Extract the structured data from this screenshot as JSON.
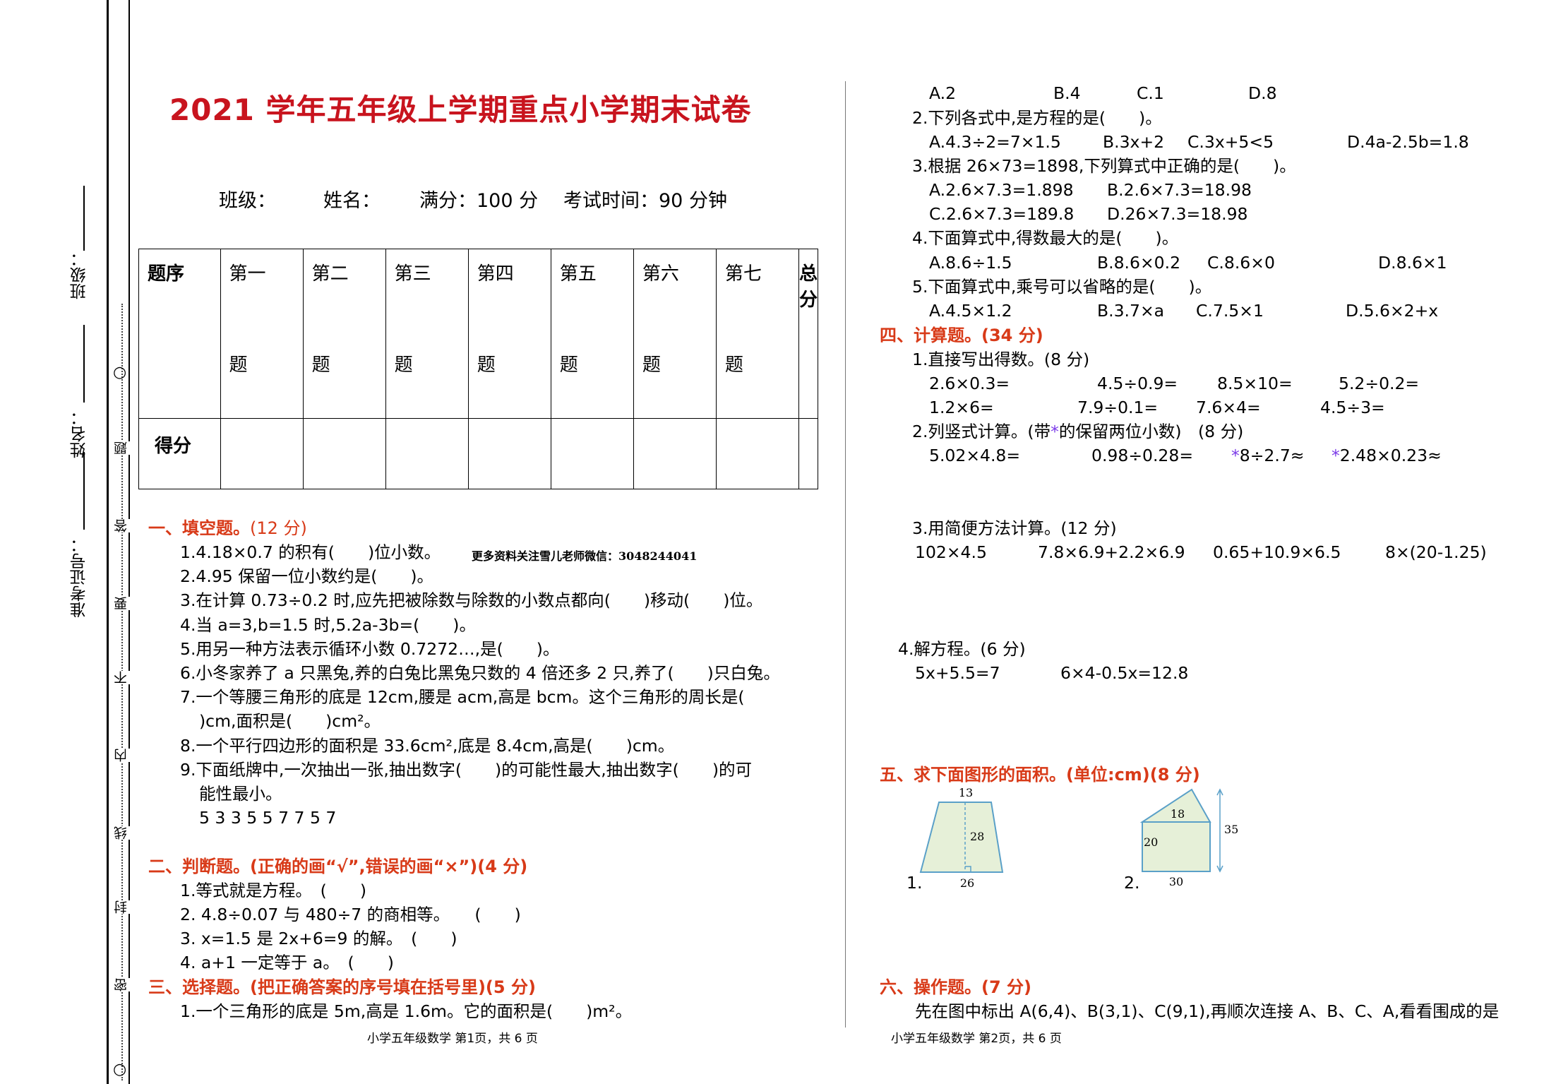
{
  "margin": {
    "labels": [
      "准考证号：",
      "姓名：",
      "班级："
    ],
    "seal_chars": [
      "密",
      "封",
      "线",
      "内",
      "不",
      "要",
      "答",
      "题"
    ],
    "circle": "○"
  },
  "title": "2021 学年五年级上学期重点小学期末试卷",
  "info": {
    "class": "班级：",
    "name": "姓名：",
    "score": "满分：100 分",
    "time": "考试时间：90 分钟"
  },
  "score_table": {
    "row1_header": "题序",
    "cols": [
      {
        "top": "第一",
        "bottom": "题"
      },
      {
        "top": "第二",
        "bottom": "题"
      },
      {
        "top": "第三",
        "bottom": "题"
      },
      {
        "top": "第四",
        "bottom": "题"
      },
      {
        "top": "第五",
        "bottom": "题"
      },
      {
        "top": "第六",
        "bottom": "题"
      },
      {
        "top": "第七",
        "bottom": "题"
      }
    ],
    "total": "总分",
    "row2_header": "得分"
  },
  "left": {
    "s1_title": "一、填空题。",
    "s1_pts": "(12 分)",
    "q1": "1.4.18×0.7 的积有(　　)位小数。",
    "q1_note": "更多资料关注雪儿老师微信：3048244041",
    "q2": "2.4.95 保留一位小数约是(　　)。",
    "q3": "3.在计算 0.73÷0.2 时,应先把被除数与除数的小数点都向(　　)移动(　　)位。",
    "q4": "4.当 a=3,b=1.5 时,5.2a-3b=(　　)。",
    "q5": "5.用另一种方法表示循环小数 0.7272…,是(　　)。",
    "q6": "6.小冬家养了 a 只黑兔,养的白兔比黑兔只数的 4 倍还多 2 只,养了(　　)只白兔。",
    "q7a": "7.一个等腰三角形的底是 12cm,腰是 acm,高是 bcm。这个三角形的周长是(",
    "q7b": ")cm,面积是(　　)cm²。",
    "q8": "8.一个平行四边形的面积是 33.6cm²,底是 8.4cm,高是(　　)cm。",
    "q9a": "9.下面纸牌中,一次抽出一张,抽出数字(　　)的可能性最大,抽出数字(　　)的可",
    "q9b": "能性最小。",
    "q9c": "5 3 3 5 5 7 7 5 7",
    "s2_title": "二、判断题。(正确的画“√”,错误的画“×”)(4 分)",
    "j1": "1.等式就是方程。　(　　)",
    "j2": "2. 4.8÷0.07 与 480÷7 的商相等。　　(　　)",
    "j3": "3. x=1.5 是 2x+6=9 的解。　(　　)",
    "j4": "4. a+1 一定等于 a。　(　　)",
    "s3_title": "三、选择题。(把正确答案的序号填在括号里)(5 分)",
    "c1": "1.一个三角形的底是 5m,高是 1.6m。它的面积是(　　)m²。",
    "footer": "小学五年级数学 第1页，共 6 页"
  },
  "right": {
    "c1_opts": [
      "A.2",
      "B.4",
      "C.1",
      "D.8"
    ],
    "c2": "2.下列各式中,是方程的是(　　)。",
    "c2_opts": [
      "A.4.3÷2=7×1.5",
      "B.3x+2",
      "C.3x+5<5",
      "D.4a-2.5b=1.8"
    ],
    "c3": "3.根据 26×73=1898,下列算式中正确的是(　　)。",
    "c3_opts": [
      "A.2.6×7.3=1.898",
      "B.2.6×7.3=18.98",
      "C.2.6×7.3=189.8",
      "D.26×7.3=18.98"
    ],
    "c4": "4.下面算式中,得数最大的是(　　)。",
    "c4_opts": [
      "A.8.6÷1.5",
      "B.8.6×0.2",
      "C.8.6×0",
      "D.8.6×1"
    ],
    "c5": "5.下面算式中,乘号可以省略的是(　　)。",
    "c5_opts": [
      "A.4.5×1.2",
      "B.3.7×a",
      "C.7.5×1",
      "D.5.6×2+x"
    ],
    "s4_title": "四、计算题。(34 分)",
    "p1": "1.直接写出得数。(8 分)",
    "p1_row1": [
      "2.6×0.3=",
      "4.5÷0.9=",
      "8.5×10=",
      "5.2÷0.2="
    ],
    "p1_row2": [
      "1.2×6=",
      "7.9÷0.1=",
      "7.6×4=",
      "4.5÷3="
    ],
    "p2_a": "2.列竖式计算。(带",
    "p2_star": "*",
    "p2_b": "的保留两位小数)　(8 分)",
    "p2_row": [
      "5.02×4.8=",
      "0.98÷0.28="
    ],
    "p2_star_items": [
      "8÷2.7≈",
      "2.48×0.23≈"
    ],
    "p3": "3.用简便方法计算。(12 分)",
    "p3_row": [
      "102×4.5",
      "7.8×6.9+2.2×6.9",
      "0.65+10.9×6.5",
      "8×(20-1.25)"
    ],
    "p4": "4.解方程。(6 分)",
    "p4_row": [
      "5x+5.5=7",
      "6×4-0.5x=12.8"
    ],
    "s5_title": "五、求下面图形的面积。(单位:cm)(8 分)",
    "fig1": {
      "label": "1.",
      "top": "13",
      "height": "28",
      "bottom": "26"
    },
    "fig2": {
      "label": "2.",
      "tri": "18",
      "rect": "20",
      "total": "35",
      "bottom": "30"
    },
    "s6_title": "六、操作题。(7 分)",
    "op": "先在图中标出 A(6,4)、B(3,1)、C(9,1),再顺次连接 A、B、C、A,看看围成的是",
    "footer": "小学五年级数学 第2页，共 6 页"
  }
}
